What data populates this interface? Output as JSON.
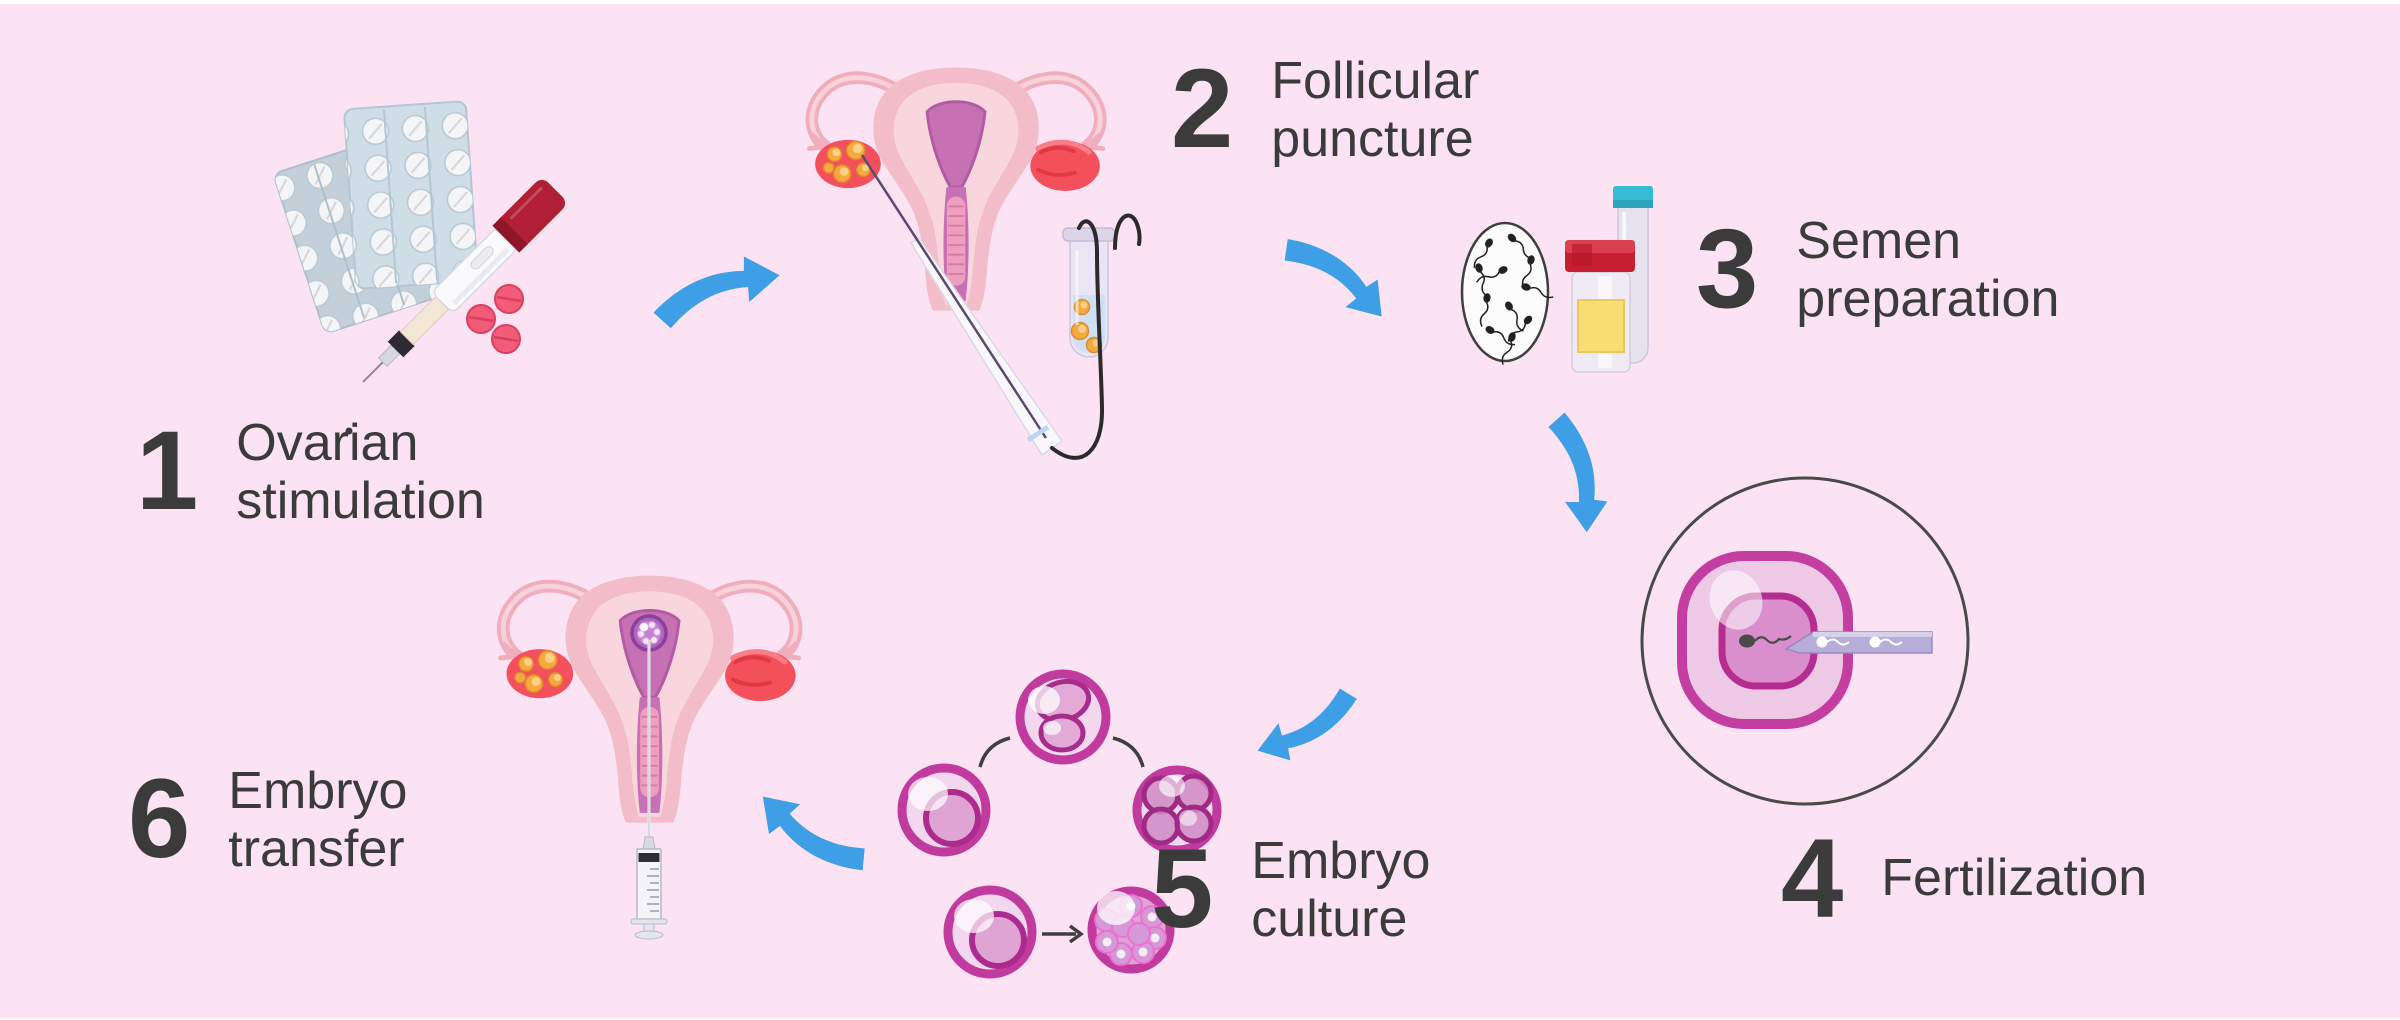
{
  "title": "IVF process step diagram",
  "colors": {
    "background": "#fce3f3",
    "edge_strip": "#ffffff",
    "arrow_blue": "#3e9ee6",
    "text": "#3b3b3b",
    "embryo_ring_magenta": "#c13a9e",
    "uterus_pink": "#f3bcc9",
    "ovary_red": "#f4505c",
    "follicle_orange": "#f6a93f"
  },
  "steps": [
    {
      "number": "1",
      "lines": [
        "Ovarian",
        "stimulation"
      ],
      "icon": "pill-blisters-and-injection-pen"
    },
    {
      "number": "2",
      "lines": [
        "Follicular",
        "puncture"
      ],
      "icon": "uterus-with-puncture-needle-and-egg-tube"
    },
    {
      "number": "3",
      "lines": [
        "Semen",
        "preparation"
      ],
      "icon": "sperm-microscope-view-and-specimen-cup"
    },
    {
      "number": "4",
      "lines": [
        "Fertilization"
      ],
      "icon": "icsi-egg-and-pipette"
    },
    {
      "number": "5",
      "lines": [
        "Embryo",
        "culture"
      ],
      "icon": "embryo-division-stages"
    },
    {
      "number": "6",
      "lines": [
        "Embryo",
        "transfer"
      ],
      "icon": "uterus-with-embryo-and-syringe"
    }
  ],
  "arrows": [
    {
      "from": "1",
      "to": "2",
      "direction": "up-right"
    },
    {
      "from": "2",
      "to": "3",
      "direction": "down-right"
    },
    {
      "from": "3",
      "to": "4",
      "direction": "down"
    },
    {
      "from": "4",
      "to": "5",
      "direction": "down-left"
    },
    {
      "from": "5",
      "to": "6",
      "direction": "up-left"
    }
  ]
}
